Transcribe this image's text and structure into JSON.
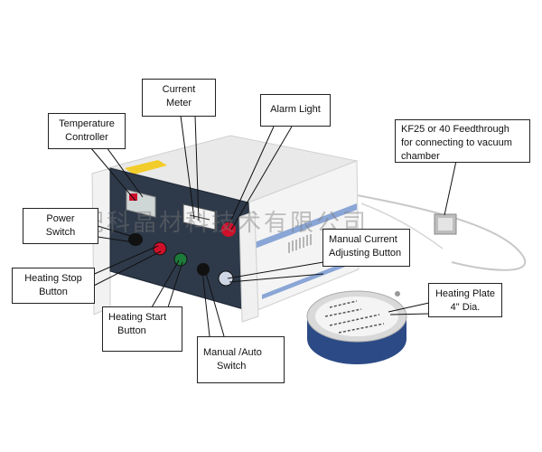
{
  "labels": {
    "current_meter": [
      "Current",
      "Meter"
    ],
    "alarm_light": [
      "Alarm Light"
    ],
    "temperature_controller": [
      "Temperature",
      "Controller"
    ],
    "kf_feedthrough": [
      "KF25 or 40 Feedthrough",
      "for connecting to vacuum",
      "chamber"
    ],
    "power_switch": [
      "Power",
      "Switch"
    ],
    "manual_current": [
      "Manual Current",
      "Adjusting Button"
    ],
    "heating_stop": [
      "Heating Stop",
      "Button"
    ],
    "heating_plate": [
      "Heating Plate",
      "4\" Dia."
    ],
    "heating_start": [
      "Heating Start",
      "Button"
    ],
    "manual_auto": [
      "Manual /Auto",
      "Switch"
    ]
  },
  "watermark": "合肥科晶材科技术有限公司",
  "colors": {
    "panel": "#2e3a4a",
    "case": "#ececec",
    "red_button": "#d0102a",
    "green_button": "#1e7a3a",
    "plate_blue": "#2b4a86"
  }
}
